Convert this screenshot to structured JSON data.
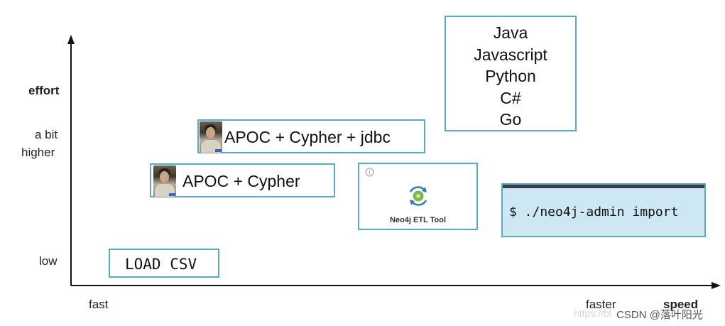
{
  "y_axis": {
    "title": "effort",
    "ticks": [
      "a bit",
      "higher",
      "low"
    ]
  },
  "x_axis": {
    "title": "speed",
    "ticks": [
      "fast",
      "faster"
    ]
  },
  "nodes": {
    "load_csv": "LOAD CSV",
    "apoc_cypher": "APOC + Cypher",
    "apoc_cypher_jdbc": "APOC + Cypher + jdbc",
    "etl_tool": {
      "label": "Neo4j ETL Tool",
      "info_icon": "info-icon",
      "logo_icon": "gear-icon"
    },
    "languages": [
      "Java",
      "Javascript",
      "Python",
      "C#",
      "Go"
    ],
    "admin_import": "$ ./neo4j-admin import"
  },
  "colors": {
    "box_border": "#5aaac6",
    "terminal_bg": "#cde8f3",
    "axis": "#111111"
  },
  "watermark": {
    "url_fragment": "https://bl",
    "csdn": "CSDN @落叶阳光"
  }
}
